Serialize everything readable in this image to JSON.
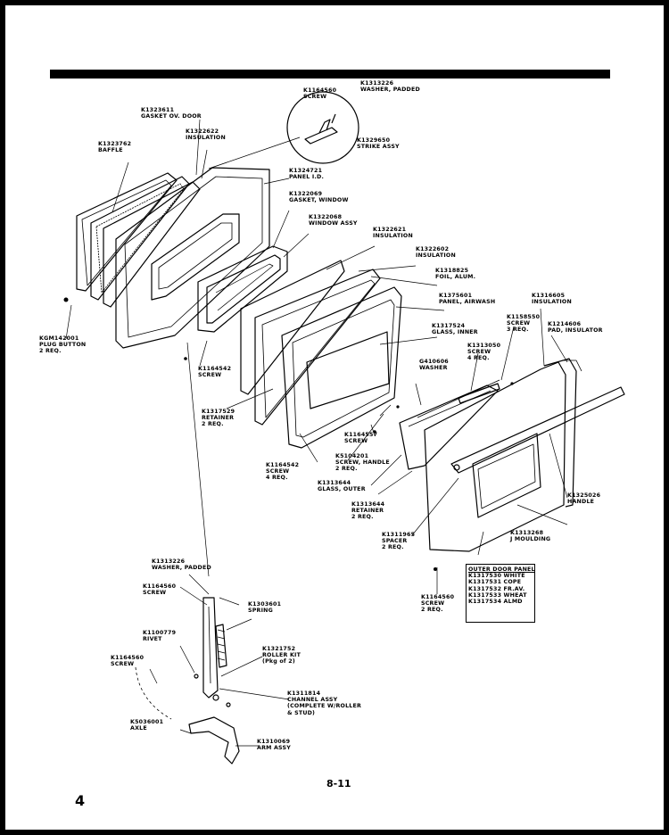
{
  "page": {
    "number": "4",
    "code": "8-11"
  },
  "labels": {
    "l1": [
      "K1164560",
      "SCREW"
    ],
    "l2": [
      "K1313226",
      "WASHER, PADDED"
    ],
    "l3": [
      "K1329650",
      "STRIKE ASSY"
    ],
    "l4": [
      "K1323611",
      "GASKET OV. DOOR"
    ],
    "l5": [
      "K1322622",
      "INSULATION"
    ],
    "l6": [
      "K1323762",
      "BAFFLE"
    ],
    "l7": [
      "K1324721",
      "PANEL I.D."
    ],
    "l8": [
      "K1322069",
      "GASKET, WINDOW"
    ],
    "l9": [
      "K1322068",
      "WINDOW ASSY"
    ],
    "l10": [
      "K1322621",
      "INSULATION"
    ],
    "l11": [
      "K1322602",
      "INSULATION"
    ],
    "l12": [
      "K1318825",
      "FOIL, ALUM."
    ],
    "l13": [
      "K1375601",
      "PANEL, AIRWASH"
    ],
    "l14": [
      "K1316605",
      "INSULATION"
    ],
    "l15": [
      "K1317524",
      "GLASS, INNER"
    ],
    "l16": [
      "K1158550",
      "SCREW",
      "3 REQ."
    ],
    "l17": [
      "K1214606",
      "PAD, INSULATOR"
    ],
    "l18": [
      "KGM142001",
      "PLUG BUTTON",
      "2 REQ."
    ],
    "l19": [
      "K1164542",
      "SCREW"
    ],
    "l20": [
      "K1313050",
      "SCREW",
      "4 REQ."
    ],
    "l21": [
      "G410606",
      "WASHER"
    ],
    "l22": [
      "K1317529",
      "RETAINER",
      "2 REQ."
    ],
    "l23": [
      "K1164557",
      "SCREW"
    ],
    "l24": [
      "K5104201",
      "SCREW, HANDLE",
      "2 REQ."
    ],
    "l25": [
      "K1164542",
      "SCREW",
      "4 REQ."
    ],
    "l26": [
      "K1313644",
      "GLASS, OUTER"
    ],
    "l27": [
      "K1313644",
      "RETAINER",
      "2 REQ."
    ],
    "l28": [
      "K1325026",
      "HANDLE"
    ],
    "l29": [
      "K1311965",
      "SPACER",
      "2 REQ."
    ],
    "l30": [
      "K1313268",
      "J MOULDING"
    ],
    "l31": [
      "K1164560",
      "SCREW",
      "2 REQ."
    ],
    "l32": [
      "K1313226",
      "WASHER, PADDED"
    ],
    "l33": [
      "K1164560",
      "SCREW"
    ],
    "l34": [
      "K1303601",
      "SPRING"
    ],
    "l35": [
      "K1100779",
      "RIVET"
    ],
    "l36": [
      "K1164560",
      "SCREW"
    ],
    "l37": [
      "K1321752",
      "ROLLER KIT",
      "(Pkg of 2)"
    ],
    "l38": [
      "K1311814",
      "CHANNEL ASSY",
      "(COMPLETE W/ROLLER",
      "& STUD)"
    ],
    "l39": [
      "K5036001",
      "AXLE"
    ],
    "l40": [
      "K1310069",
      "ARM ASSY"
    ]
  },
  "outer_panel": {
    "title": "OUTER DOOR PANEL",
    "items": [
      "K1317530 WHITE",
      "K1317531 COPE",
      "K1317532 FR.AV.",
      "K1317533 WHEAT",
      "K1317534 ALMD"
    ]
  }
}
